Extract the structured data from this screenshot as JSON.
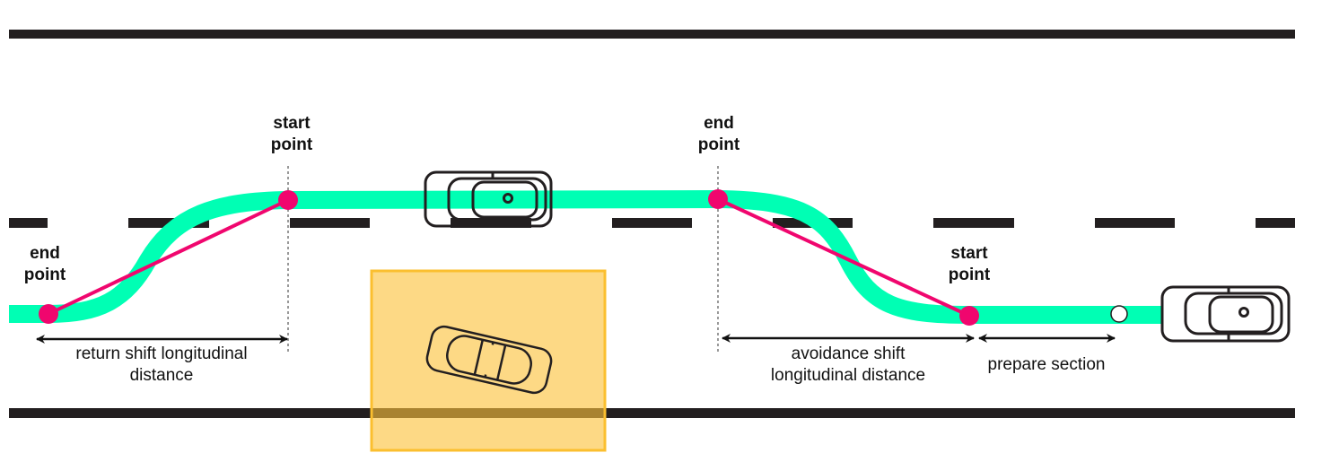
{
  "diagram": {
    "colors": {
      "road": "#231f20",
      "path": "#00ffb4",
      "key_point": "#f0066e",
      "obstacle_zone_fill": "#fcc23a",
      "obstacle_zone_border": "#fbbf2f",
      "car_outline": "#231f20",
      "prepare_point": "#ffffff"
    },
    "labels": {
      "return_end_point": {
        "line1": "end",
        "line2": "point"
      },
      "return_start_point": {
        "line1": "start",
        "line2": "point"
      },
      "avoid_end_point": {
        "line1": "end",
        "line2": "point"
      },
      "avoid_start_point": {
        "line1": "start",
        "line2": "point"
      },
      "return_distance": {
        "line1": "return shift longitudinal",
        "line2": "distance"
      },
      "avoid_distance": {
        "line1": "avoidance shift",
        "line2": "longitudinal distance"
      },
      "prepare_section": "prepare section"
    },
    "icons": {
      "ego_car": "car-top-view-icon",
      "shifted_ego_car": "car-top-view-icon",
      "obstacle_car": "parked-car-icon"
    }
  }
}
